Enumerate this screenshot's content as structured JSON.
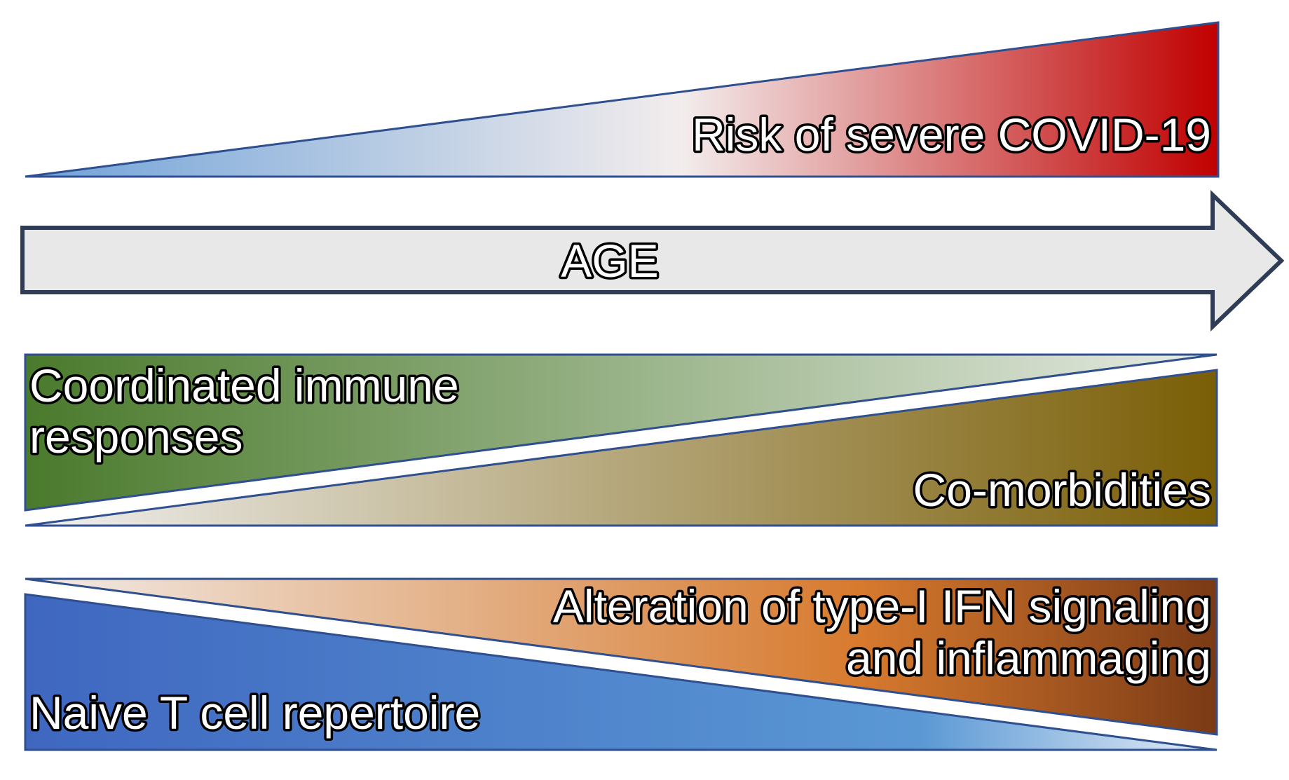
{
  "labels": {
    "risk": "Risk of severe COVID-19",
    "age": "AGE",
    "coordinated_line1": "Coordinated immune",
    "coordinated_line2": "responses",
    "comorbidities": "Co-morbidities",
    "ifn_line1": "Alteration of type-I IFN signaling",
    "ifn_line2": "and inflammaging",
    "naive": "Naive T cell repertoire"
  },
  "colors": {
    "outline": "#2f4f8f",
    "risk_start": "#6fa2d8",
    "risk_mid": "#f3eded",
    "risk_end": "#c00000",
    "age_fill": "#e8e8e8",
    "age_outline": "#2e3d55",
    "immune_start": "#4a7a2c",
    "immune_end": "#e6ebe3",
    "comorb_start": "#f0f0f0",
    "comorb_end": "#7a5e06",
    "ifn_start": "#f2ece8",
    "ifn_mid": "#d77a2e",
    "ifn_end": "#7b3a15",
    "naive_start": "#3f67c0",
    "naive_mid": "#5a98d4",
    "naive_end": "#e6eef7"
  }
}
